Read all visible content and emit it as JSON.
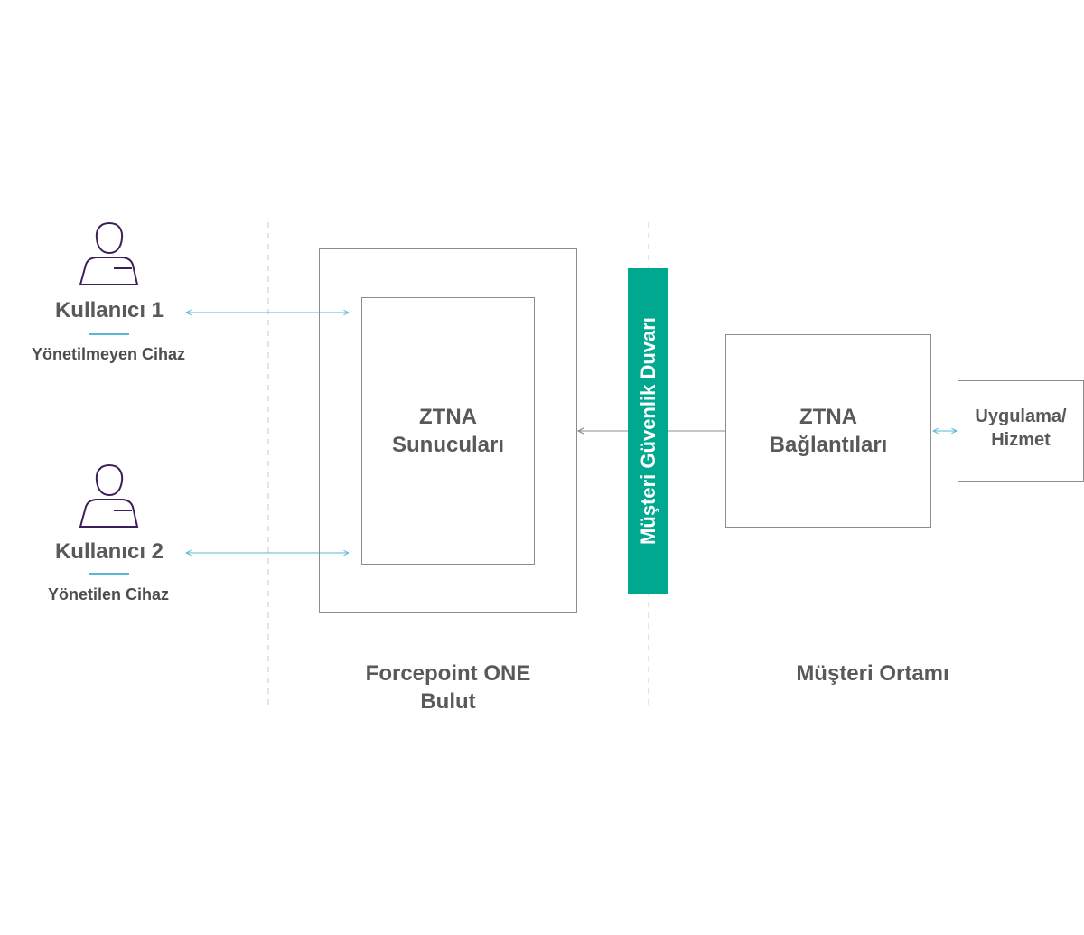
{
  "users": [
    {
      "name": "Kullanıcı 1",
      "device": "Yönetilmeyen Cihaz"
    },
    {
      "name": "Kullanıcı 2",
      "device": "Yönetilen Cihaz"
    }
  ],
  "cloud": {
    "server_title": "ZTNA",
    "server_subtitle": "Sunucuları",
    "zone_line1": "Forcepoint ONE",
    "zone_line2": "Bulut"
  },
  "firewall": {
    "label": "Müşteri Güvenlik Duvarı"
  },
  "customer": {
    "connector_title": "ZTNA",
    "connector_subtitle": "Bağlantıları",
    "zone_label": "Müşteri Ortamı",
    "app_line1": "Uygulama/",
    "app_line2": "Hizmet"
  },
  "colors": {
    "user_icon": "#3d1e5c",
    "arrow": "#58b7d8",
    "firewall": "#00a88f",
    "box_border": "#8c8c8c",
    "text": "#58595b"
  }
}
